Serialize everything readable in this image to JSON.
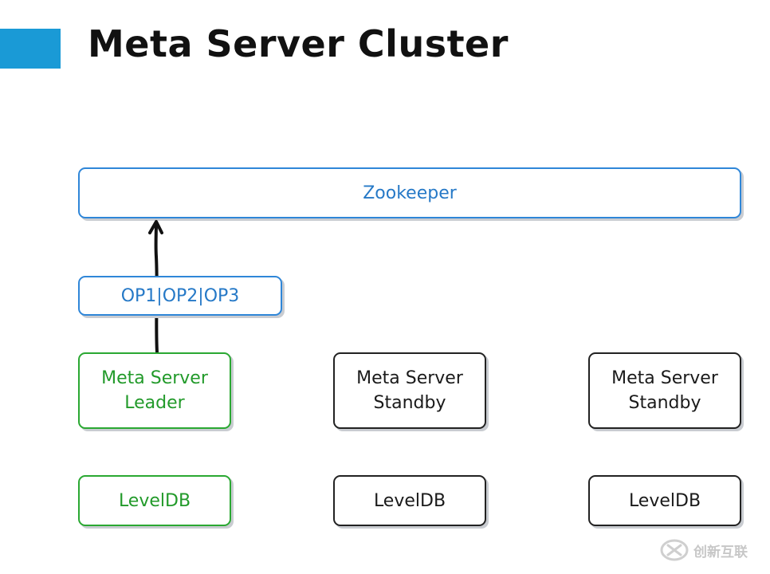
{
  "title": "Meta Server Cluster",
  "diagram": {
    "zookeeper": {
      "label": "Zookeeper"
    },
    "operations": {
      "label": "OP1|OP2|OP3"
    },
    "servers": [
      {
        "line1": "Meta Server",
        "line2": "Leader",
        "color": "#2aa832"
      },
      {
        "line1": "Meta Server",
        "line2": "Standby",
        "color": "#222222"
      },
      {
        "line1": "Meta Server",
        "line2": "Standby",
        "color": "#222222"
      }
    ],
    "storages": [
      {
        "label": "LevelDB",
        "color": "#2aa832"
      },
      {
        "label": "LevelDB",
        "color": "#222222"
      },
      {
        "label": "LevelDB",
        "color": "#222222"
      }
    ]
  },
  "colors": {
    "accent": "#1a9ad6",
    "zookeeper": "#2f86d8",
    "leader": "#2aa832"
  },
  "watermark": {
    "text": "创新互联",
    "icon": "logo-icon"
  }
}
